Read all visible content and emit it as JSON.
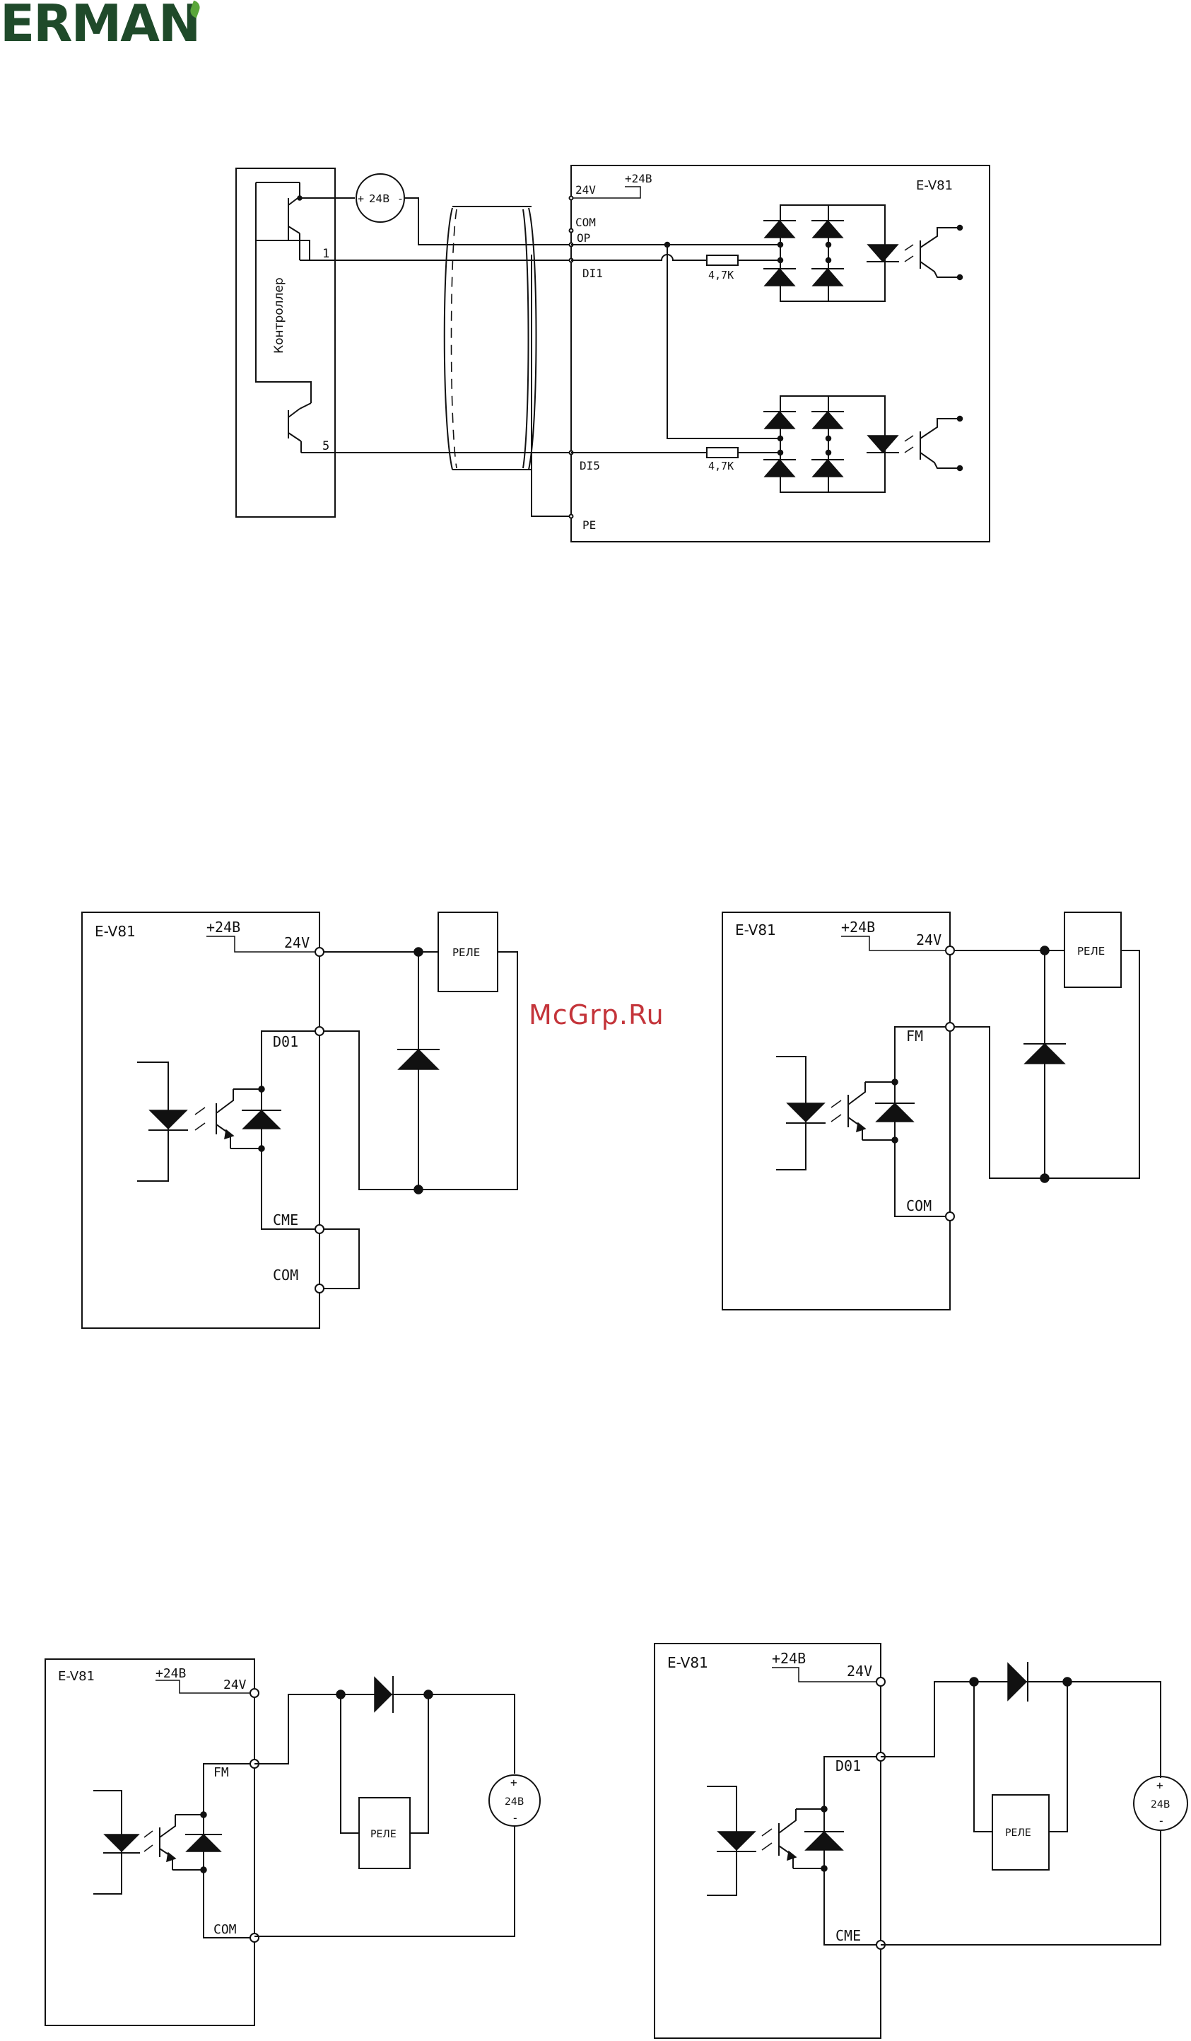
{
  "logo": {
    "text": "ERMAN"
  },
  "watermark": {
    "text": "McGrp.Ru"
  },
  "diagram1": {
    "controller_label": "Контроллер",
    "terminal_1": "1",
    "terminal_5": "5",
    "supply_label": "24В",
    "plus": "+",
    "minus": "-",
    "device": "E-V81",
    "t_24v": "24V",
    "t_plus24": "+24В",
    "t_com": "COM",
    "t_op": "OP",
    "t_di1": "DI1",
    "t_di5": "DI5",
    "t_pe": "PE",
    "resistor1": "4,7K",
    "resistor2": "4,7K"
  },
  "diagram2": {
    "device": "E-V81",
    "plus24": "+24В",
    "t_24v": "24V",
    "t_out": "D01",
    "t_cme": "CME",
    "t_com": "COM",
    "relay": "РЕЛЕ"
  },
  "diagram3": {
    "device": "E-V81",
    "plus24": "+24В",
    "t_24v": "24V",
    "t_out": "FM",
    "t_com": "COM",
    "relay": "РЕЛЕ"
  },
  "diagram4": {
    "device": "E-V81",
    "plus24": "+24В",
    "t_24v": "24V",
    "t_out": "FM",
    "t_com": "COM",
    "relay": "РЕЛЕ",
    "supply": "24В",
    "plus": "+",
    "minus": "-"
  },
  "diagram5": {
    "device": "E-V81",
    "plus24": "+24В",
    "t_24v": "24V",
    "t_out": "D01",
    "t_cme": "CME",
    "relay": "РЕЛЕ",
    "supply": "24В",
    "plus": "+",
    "minus": "-"
  }
}
